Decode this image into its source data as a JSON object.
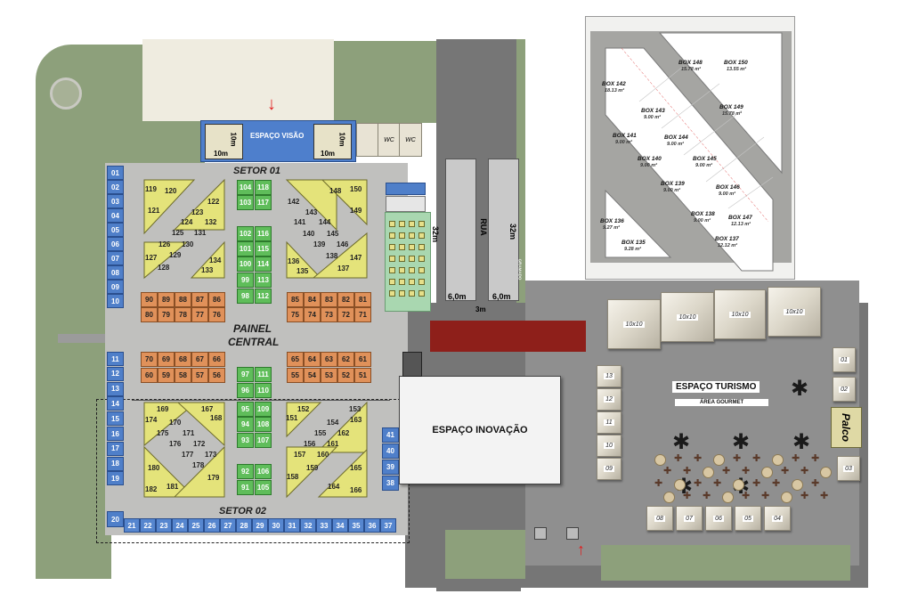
{
  "labels": {
    "espaco_visao": "ESPAÇO VISÃO",
    "setor01": "SETOR 01",
    "setor02": "SETOR 02",
    "painel": "PAINEL",
    "central": "CENTRAL",
    "espaco_inovacao": "ESPAÇO INOVAÇÃO",
    "espaco_turismo": "ESPAÇO TURISMO",
    "area_gourmet": "ÁREA GOURMET",
    "palco": "Palco",
    "rua": "RUA",
    "gramado": "GRAMADO",
    "wc": "WC",
    "dim_10m": "10m",
    "dim_32m": "32m",
    "dim_6m": "6,0m",
    "dim_3m": "3m",
    "tent_10x10": "10x10"
  },
  "booths": {
    "left_column": [
      "01",
      "02",
      "03",
      "04",
      "05",
      "06",
      "07",
      "08",
      "09",
      "10",
      "11",
      "12",
      "13",
      "14",
      "15",
      "16",
      "17",
      "18",
      "19",
      "20"
    ],
    "bottom_row": [
      "21",
      "22",
      "23",
      "24",
      "25",
      "26",
      "27",
      "28",
      "29",
      "30",
      "31",
      "32",
      "33",
      "34",
      "35",
      "36",
      "37"
    ],
    "right_small": [
      "41",
      "40",
      "39",
      "38"
    ],
    "orange_upper_left_top": [
      "90",
      "89",
      "88",
      "87",
      "86"
    ],
    "orange_upper_left_bottom": [
      "80",
      "79",
      "78",
      "77",
      "76"
    ],
    "orange_upper_right_top": [
      "85",
      "84",
      "83",
      "82",
      "81"
    ],
    "orange_upper_right_bottom": [
      "75",
      "74",
      "73",
      "72",
      "71"
    ],
    "orange_lower_left_top": [
      "70",
      "69",
      "68",
      "67",
      "66"
    ],
    "orange_lower_left_bottom": [
      "60",
      "59",
      "58",
      "57",
      "56"
    ],
    "orange_lower_right_top": [
      "65",
      "64",
      "63",
      "62",
      "61"
    ],
    "orange_lower_right_bottom": [
      "55",
      "54",
      "53",
      "52",
      "51"
    ],
    "green_upper": [
      [
        "104",
        "118"
      ],
      [
        "103",
        "117"
      ],
      [
        "102",
        "116"
      ],
      [
        "101",
        "115"
      ],
      [
        "100",
        "114"
      ],
      [
        "99",
        "113"
      ],
      [
        "98",
        "112"
      ]
    ],
    "green_lower": [
      [
        "97",
        "111"
      ],
      [
        "96",
        "110"
      ],
      [
        "95",
        "109"
      ],
      [
        "94",
        "108"
      ],
      [
        "93",
        "107"
      ],
      [
        "92",
        "106"
      ],
      [
        "91",
        "105"
      ]
    ],
    "yellow_upper_left": [
      "119",
      "120",
      "121",
      "122",
      "123",
      "124",
      "132",
      "125",
      "131",
      "126",
      "130",
      "127",
      "129",
      "128",
      "134",
      "133"
    ],
    "yellow_upper_right": [
      "142",
      "143",
      "148",
      "150",
      "141",
      "144",
      "149",
      "140",
      "145",
      "139",
      "146",
      "138",
      "147",
      "137",
      "136",
      "135"
    ],
    "yellow_lower_left": [
      "169",
      "174",
      "170",
      "175",
      "171",
      "176",
      "172",
      "177",
      "173",
      "178",
      "167",
      "168",
      "180",
      "179",
      "182",
      "181"
    ],
    "yellow_lower_right": [
      "152",
      "151",
      "153",
      "154",
      "163",
      "155",
      "162",
      "156",
      "161",
      "157",
      "160",
      "158",
      "159",
      "165",
      "164",
      "166"
    ],
    "turismo_small": [
      "01",
      "02",
      "03"
    ],
    "turismo_row": [
      "08",
      "07",
      "06",
      "05",
      "04"
    ],
    "turismo_column": [
      "13",
      "12",
      "11",
      "10",
      "09"
    ]
  },
  "inset": {
    "boxes": [
      {
        "name": "BOX 148",
        "area": "15.78 m²"
      },
      {
        "name": "BOX 150",
        "area": "13.55 m²"
      },
      {
        "name": "BOX 142",
        "area": "18.13 m²"
      },
      {
        "name": "BOX 143",
        "area": "9.00 m²"
      },
      {
        "name": "BOX 149",
        "area": "15.78 m²"
      },
      {
        "name": "BOX 141",
        "area": "9.00 m²"
      },
      {
        "name": "BOX 144",
        "area": "9.00 m²"
      },
      {
        "name": "BOX 140",
        "area": "9.00 m²"
      },
      {
        "name": "BOX 145",
        "area": "9.00 m²"
      },
      {
        "name": "BOX 139",
        "area": "9.00 m²"
      },
      {
        "name": "BOX 146",
        "area": "9.00 m²"
      },
      {
        "name": "BOX 138",
        "area": "9.00 m²"
      },
      {
        "name": "BOX 147",
        "area": "12.13 m²"
      },
      {
        "name": "BOX 136",
        "area": "9.27 m²"
      },
      {
        "name": "BOX 137",
        "area": "12.12 m²"
      },
      {
        "name": "BOX 135",
        "area": "9.28 m²"
      }
    ]
  },
  "colors": {
    "grass": "#8da07b",
    "blue_booth": "#4f7fc9",
    "orange_booth": "#e0915a",
    "green_booth": "#5fbd5a",
    "yellow_booth": "#e4e37a",
    "red_carpet": "#8e1f1a"
  },
  "icons": [
    "entrance-arrow-icon",
    "palm-tree-icon",
    "table-set-icon",
    "umbrella-icon"
  ]
}
